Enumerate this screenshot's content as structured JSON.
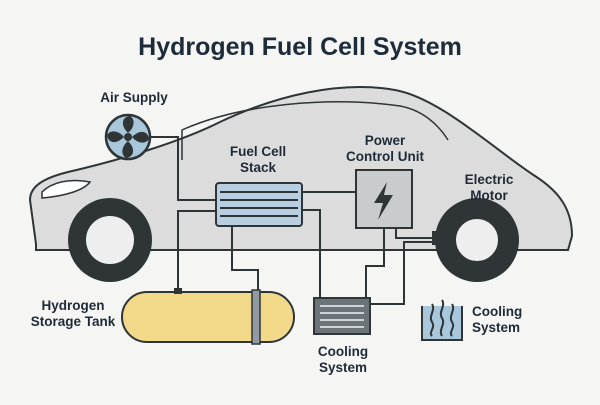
{
  "title": "Hydrogen Fuel Cell System",
  "labels": {
    "air_supply": "Air Supply",
    "fuel_cell_stack_line1": "Fuel Cell",
    "fuel_cell_stack_line2": "Stack",
    "power_control_line1": "Power",
    "power_control_line2": "Control Unit",
    "electric_motor_line1": "Electric",
    "electric_motor_line2": "Motor",
    "hydrogen_tank_line1": "Hydrogen",
    "hydrogen_tank_line2": "Storage Tank",
    "cooling_center_line1": "Cooling",
    "cooling_center_line2": "System",
    "cooling_right_line1": "Cooling",
    "cooling_right_line2": "System"
  },
  "icons": {
    "fan": "fan-icon",
    "lightning": "lightning-bolt-icon",
    "heat_waves": "heat-waves-icon"
  },
  "colors": {
    "background": "#f5f5f3",
    "car_body": "#dcdcdc",
    "outline": "#2f3437",
    "fuel_cell": "#b7cfe0",
    "fan": "#a9c7da",
    "tank": "#f2d98a",
    "cooling_unit": "#6d7479",
    "reservoir": "#a9c7da",
    "text": "#1f2a36"
  }
}
